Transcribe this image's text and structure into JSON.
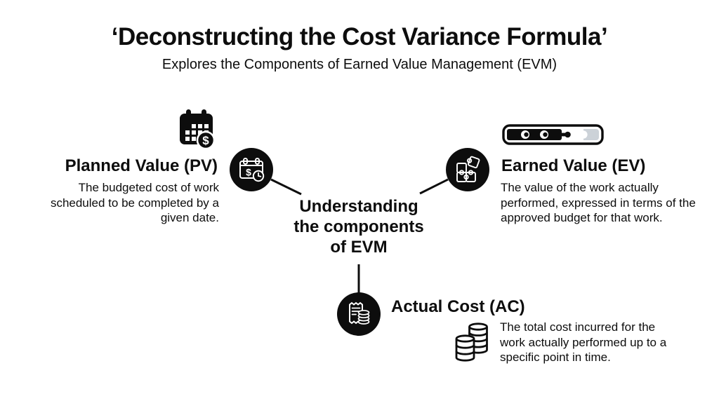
{
  "header": {
    "title": "‘Deconstructing the Cost Variance Formula’",
    "subtitle": "Explores the Components of Earned Value Management (EVM)"
  },
  "center": {
    "label": "Understanding\nthe components\nof EVM"
  },
  "nodes": {
    "pv": {
      "heading": "Planned Value (PV)",
      "description": "The budgeted cost of work scheduled to be completed by a given date.",
      "node_icon": "calendar-dollar-clock-icon",
      "side_icon": "calendar-dollar-icon"
    },
    "ev": {
      "heading": "Earned Value (EV)",
      "description": "The value of the work actually performed, expressed in terms of the approved budget for that work.",
      "node_icon": "puzzle-pieces-icon",
      "side_icon": "puzzle-progress-bar-icon"
    },
    "ac": {
      "heading": "Actual Cost (AC)",
      "description": "The total cost incurred for the work actually performed up to a specific point in time.",
      "node_icon": "receipt-coins-icon",
      "side_icon": "coin-stacks-icon"
    }
  },
  "colors": {
    "ink": "#0d0d0d",
    "background": "#ffffff",
    "muted_puzzle_piece": "#ccd2d8"
  }
}
